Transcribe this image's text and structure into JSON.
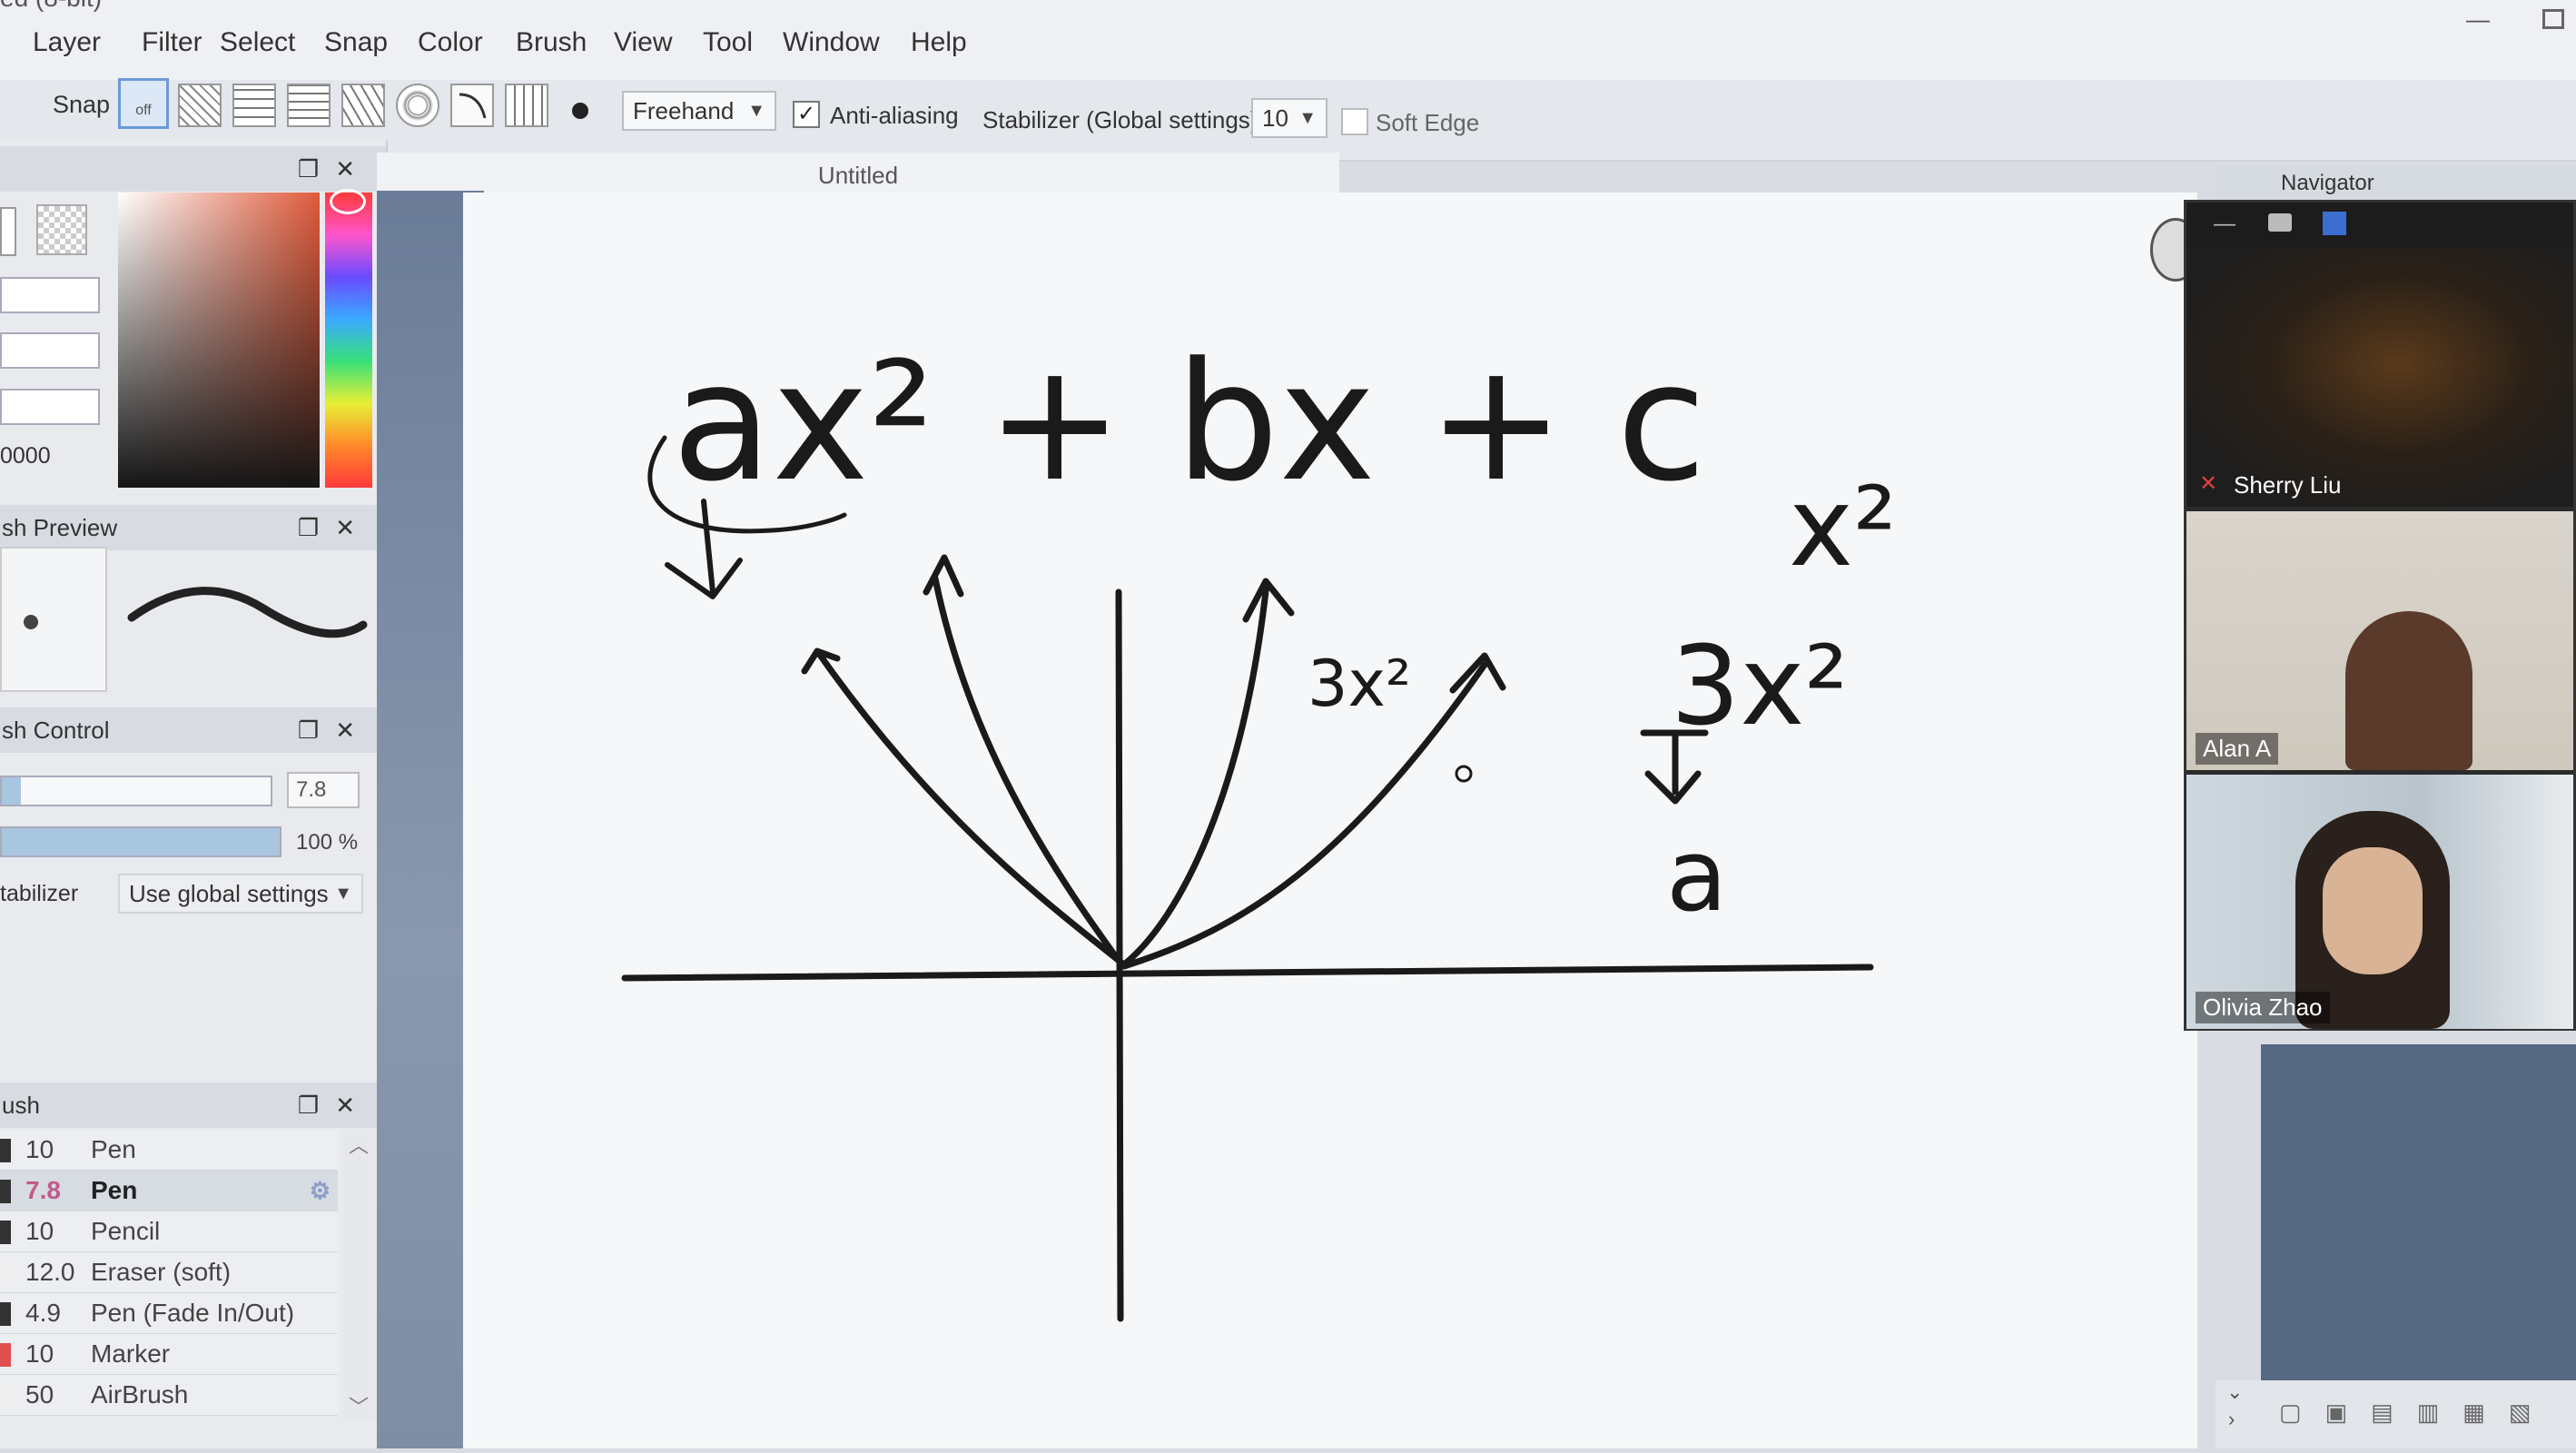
{
  "window": {
    "title_fragment": "ed (8-bit)",
    "minimize_label": "—"
  },
  "menu": [
    "Layer",
    "Filter",
    "Select",
    "Snap",
    "Color",
    "Brush",
    "View",
    "Tool",
    "Window",
    "Help"
  ],
  "toolbar": {
    "snap_label": "Snap",
    "snap_off_label": "off",
    "mode_value": "Freehand",
    "anti_aliasing_label": "Anti-aliasing",
    "anti_aliasing_checked": true,
    "stabilizer_label": "Stabilizer (Global settings)",
    "stabilizer_value": "10",
    "soft_edge_label": "Soft Edge",
    "soft_edge_checked": false,
    "check_glyph": "✓"
  },
  "document": {
    "tab_title": "Untitled"
  },
  "color_panel": {
    "hex_fragment": "0000"
  },
  "brush_preview": {
    "title": "sh Preview"
  },
  "brush_control": {
    "title": "sh Control",
    "size_value": "7.8",
    "density_value": "100 %",
    "density_fraction": 1.0,
    "size_fraction": 0.07,
    "stabilizer_label": "tabilizer",
    "stabilizer_value": "Use global settings"
  },
  "brush_list": {
    "title": "ush",
    "items": [
      {
        "size": "10",
        "name": "Pen",
        "color": "#333333",
        "selected": false
      },
      {
        "size": "7.8",
        "name": "Pen",
        "color": "#333333",
        "selected": true
      },
      {
        "size": "10",
        "name": "Pencil",
        "color": "#333333",
        "selected": false
      },
      {
        "size": "12.0",
        "name": "Eraser (soft)",
        "color": "#eeeeee",
        "selected": false
      },
      {
        "size": "4.9",
        "name": "Pen (Fade In/Out)",
        "color": "#333333",
        "selected": false
      },
      {
        "size": "10",
        "name": "Marker",
        "color": "#e05050",
        "selected": false
      },
      {
        "size": "50",
        "name": "AirBrush",
        "color": "#eeeeee",
        "selected": false
      }
    ]
  },
  "canvas_text": {
    "expression": "ax² + bx + c",
    "label_3x2_small": "3x²",
    "label_x2": "x²",
    "label_3x2": "3x²",
    "label_a": "a"
  },
  "navigator": {
    "title": "Navigator"
  },
  "video_call": {
    "participants": [
      "Sherry Liu",
      "Alan A",
      "Olivia Zhao"
    ],
    "muted_icon_color": "#e04040"
  }
}
